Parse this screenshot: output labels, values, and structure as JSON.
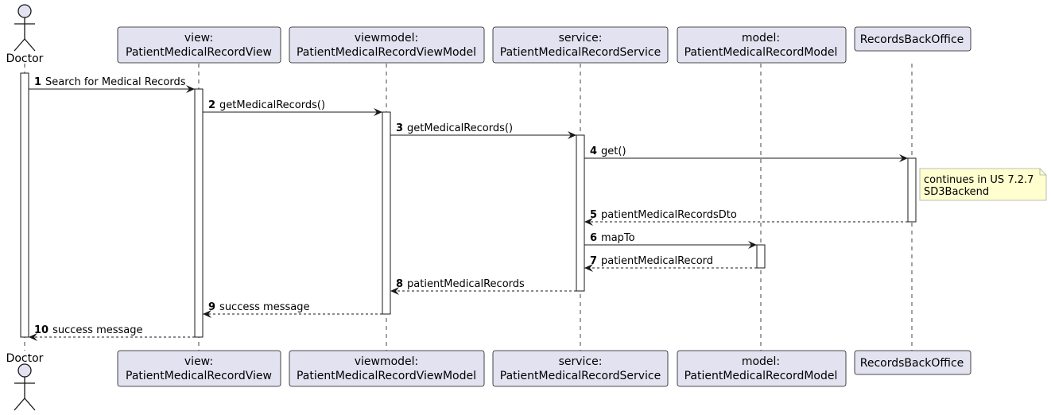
{
  "colors": {
    "participant_fill": "#e2e2f0",
    "participant_border": "#181818",
    "note_fill": "#fefece",
    "note_border": "#a8a8a8",
    "lifeline": "#181818",
    "activation_fill": "#ffffff"
  },
  "participants": [
    {
      "id": "doctor",
      "kind": "actor",
      "lines": [
        "Doctor"
      ]
    },
    {
      "id": "view",
      "kind": "box",
      "lines": [
        "view:",
        "PatientMedicalRecordView"
      ]
    },
    {
      "id": "viewmodel",
      "kind": "box",
      "lines": [
        "viewmodel:",
        "PatientMedicalRecordViewModel"
      ]
    },
    {
      "id": "service",
      "kind": "box",
      "lines": [
        "service:",
        "PatientMedicalRecordService"
      ]
    },
    {
      "id": "model",
      "kind": "box",
      "lines": [
        "model:",
        "PatientMedicalRecordModel"
      ]
    },
    {
      "id": "backoffice",
      "kind": "box",
      "lines": [
        "RecordsBackOffice"
      ]
    }
  ],
  "messages": [
    {
      "num": "1",
      "label": "Search for Medical Records",
      "from": "doctor",
      "to": "view",
      "style": "solid"
    },
    {
      "num": "2",
      "label": "getMedicalRecords()",
      "from": "view",
      "to": "viewmodel",
      "style": "solid"
    },
    {
      "num": "3",
      "label": "getMedicalRecords()",
      "from": "viewmodel",
      "to": "service",
      "style": "solid"
    },
    {
      "num": "4",
      "label": "get()",
      "from": "service",
      "to": "backoffice",
      "style": "solid"
    },
    {
      "num": "5",
      "label": "patientMedicalRecordsDto",
      "from": "backoffice",
      "to": "service",
      "style": "dashed"
    },
    {
      "num": "6",
      "label": "mapTo",
      "from": "service",
      "to": "model",
      "style": "solid"
    },
    {
      "num": "7",
      "label": "patientMedicalRecord",
      "from": "model",
      "to": "service",
      "style": "dashed"
    },
    {
      "num": "8",
      "label": "patientMedicalRecords",
      "from": "service",
      "to": "viewmodel",
      "style": "dashed"
    },
    {
      "num": "9",
      "label": "success message",
      "from": "viewmodel",
      "to": "view",
      "style": "dashed"
    },
    {
      "num": "10",
      "label": "success message",
      "from": "view",
      "to": "doctor",
      "style": "dashed"
    }
  ],
  "note": {
    "attached_to": "backoffice",
    "lines": [
      "continues in US 7.2.7",
      "SD3Backend"
    ]
  }
}
